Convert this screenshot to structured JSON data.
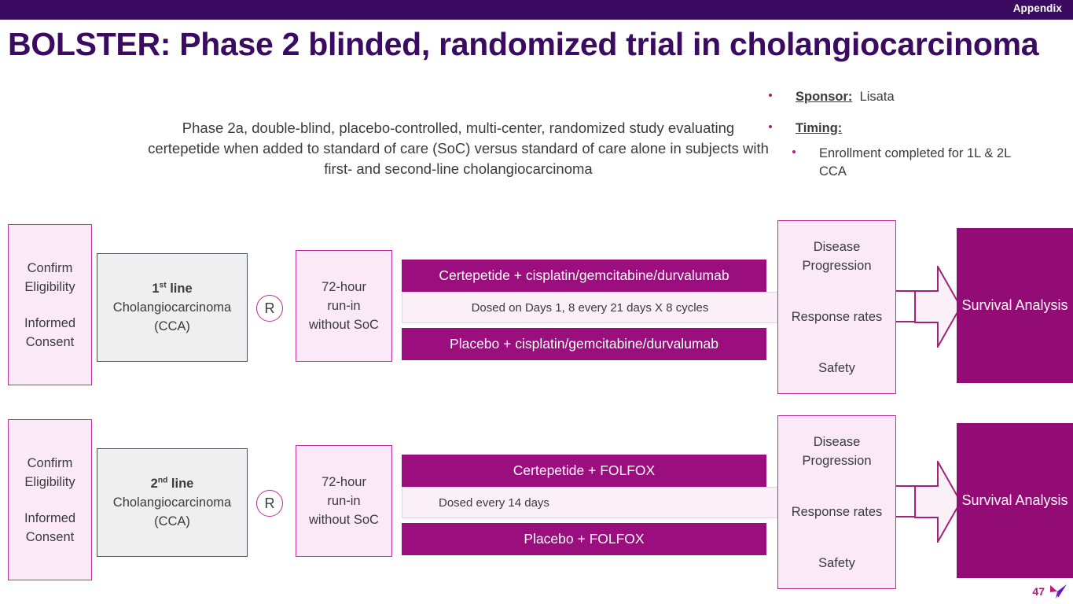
{
  "header": {
    "appendix_label": "Appendix",
    "bar_color": "#3B0A61"
  },
  "title": "BOLSTER: Phase 2 blinded, randomized trial in cholangiocarcinoma",
  "subtitle": "Phase 2a, double-blind, placebo-controlled, multi-center, randomized study evaluating certepetide when added to standard of care (SoC) versus standard of care alone in subjects with first- and second-line cholangiocarcinoma",
  "info_bullets": [
    {
      "key": "Sponsor:",
      "value": "Lisata"
    },
    {
      "key": "Timing:",
      "value": "",
      "sub": "Enrollment completed for 1L & 2L CCA"
    }
  ],
  "colors": {
    "brand_purple": "#3B0A61",
    "brand_magenta": "#9B0E7E",
    "accent_pink_border": "#C0309A",
    "light_pink_fill": "#FBE9F7",
    "gray_fill": "#EFEFEF",
    "gray_border": "#44505C"
  },
  "rows": [
    {
      "id": "first-line",
      "consent": "Confirm Eligibility\n\nInformed Consent",
      "consent_lines": [
        "Confirm",
        "Eligibility",
        "",
        "Informed",
        "Consent"
      ],
      "population_line": "1",
      "population_sup": "st",
      "population_suffix": " line",
      "population_sub1": "Cholangiocarcinoma",
      "population_sub2": "(CCA)",
      "randomize_label": "R",
      "runin_lines": [
        "72-hour",
        "run-in",
        "without SoC"
      ],
      "arm_active": "Certepetide + cisplatin/gemcitabine/durvalumab",
      "dose_note": "Dosed on Days 1, 8 every 21 days X 8 cycles",
      "dose_align": "center",
      "arm_placebo": "Placebo + cisplatin/gemcitabine/durvalumab",
      "outcomes": [
        "Disease Progression",
        "Response rates",
        "Safety"
      ],
      "endpoint": "Survival Analysis"
    },
    {
      "id": "second-line",
      "consent_lines": [
        "Confirm",
        "Eligibility",
        "",
        "Informed",
        "Consent"
      ],
      "population_line": "2",
      "population_sup": "nd",
      "population_suffix": " line",
      "population_sub1": "Cholangiocarcinoma",
      "population_sub2": "(CCA)",
      "randomize_label": "R",
      "runin_lines": [
        "72-hour",
        "run-in",
        "without SoC"
      ],
      "arm_active": "Certepetide + FOLFOX",
      "dose_note": "Dosed every 14 days",
      "dose_align": "left",
      "arm_placebo": "Placebo + FOLFOX",
      "outcomes": [
        "Disease Progression",
        "Response rates",
        "Safety"
      ],
      "endpoint": "Survival Analysis"
    }
  ],
  "footer": {
    "page_number": "47",
    "logo_name": "lisata-bird-logo"
  }
}
